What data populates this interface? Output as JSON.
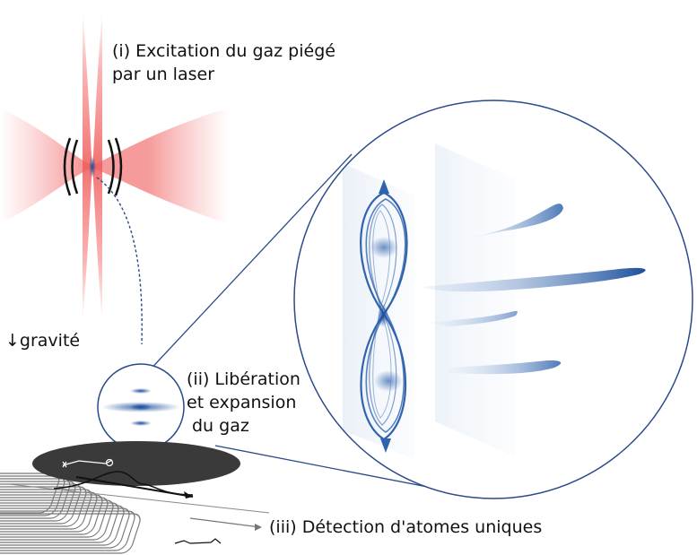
{
  "labels": {
    "step1_line1": "(i) Excitation du gaz piégé",
    "step1_line2": "par un laser",
    "gravity": "↓gravité",
    "step2_line1": "(ii) Libération",
    "step2_line2": "et expansion",
    "step2_line3": "du gaz",
    "step3": "(iii) Détection d'atomes uniques"
  },
  "colors": {
    "laser": "#f36a6a",
    "atom_blue": "#1c4f9c",
    "dark_blue": "#2a4a8a",
    "detector": "#3a3a3a"
  }
}
